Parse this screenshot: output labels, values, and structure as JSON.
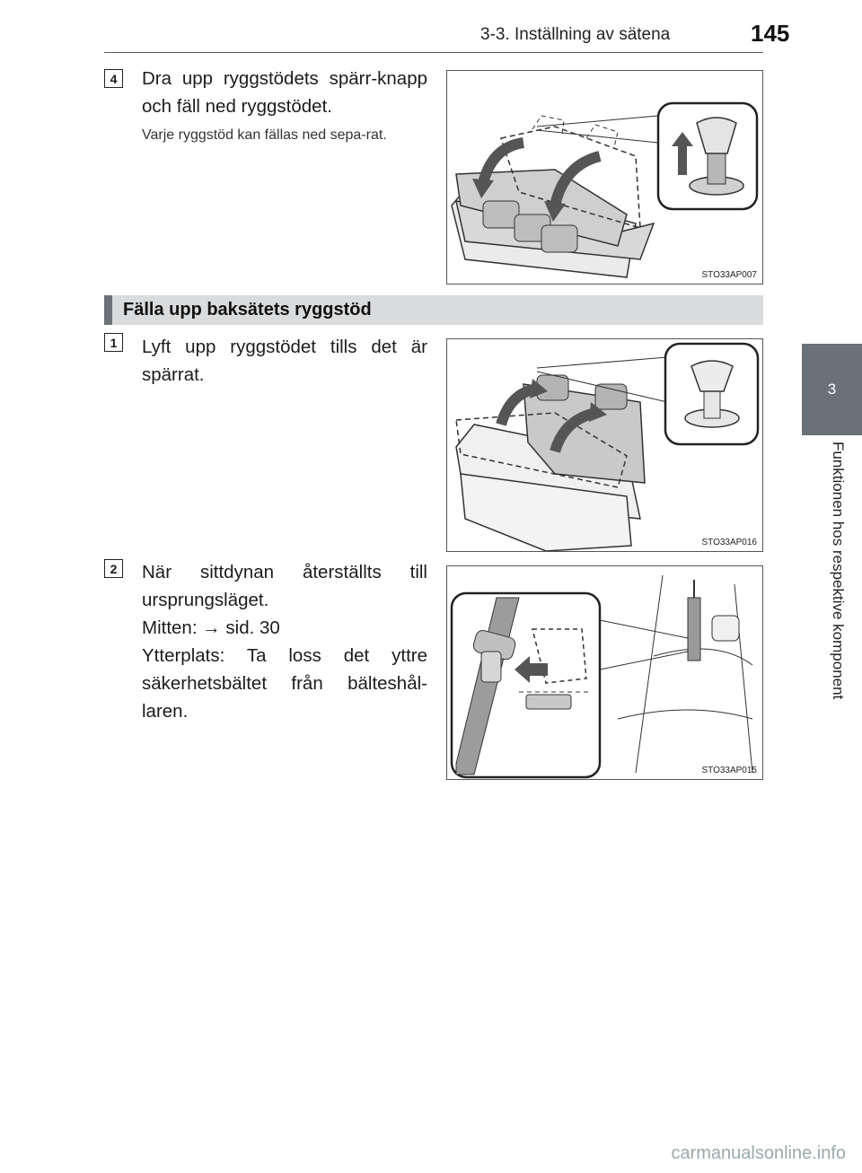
{
  "header": {
    "section": "3-3. Inställning av sätena",
    "page_number": "145"
  },
  "side_tab": {
    "chapter_number": "3",
    "chapter_title": "Funktionen hos respektive komponent"
  },
  "step4": {
    "number": "4",
    "text": "Dra upp ryggstödets spärr-knapp och fäll ned ryggstödet.",
    "note": "Varje ryggstöd kan fällas ned sepa-rat.",
    "figure_code": "STO33AP007"
  },
  "section": {
    "title": "Fälla upp baksätets ryggstöd"
  },
  "step1": {
    "number": "1",
    "text": "Lyft upp ryggstödet tills det är spärrat.",
    "figure_code": "STO33AP016"
  },
  "step2": {
    "number": "2",
    "line1": "När sittdynan återställts till ursprungsläget.",
    "line2": "Mitten: → sid. 30",
    "line3": "Ytterplats: Ta loss det yttre säkerhetsbältet från bälteshål-laren.",
    "figure_code": "STO33AP015"
  },
  "watermark": "carmanualsonline.info"
}
